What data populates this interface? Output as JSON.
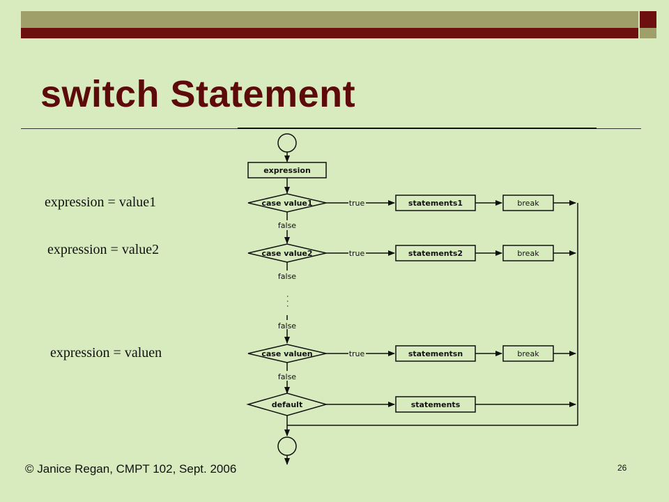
{
  "slide": {
    "title": "switch Statement",
    "footer": "© Janice Regan, CMPT 102, Sept. 2006",
    "page_number": "26",
    "colors": {
      "background": "#d8ebbe",
      "title": "#5c0a0a",
      "bar_olive": "#9f9f6a",
      "bar_maroon": "#6e0f0f"
    }
  },
  "labels": {
    "value1": "expression = value1",
    "value2": "expression = value2",
    "valuen": "expression = valuen"
  },
  "flowchart": {
    "expression": "expression",
    "case1": "case value1",
    "case2": "case value2",
    "casen": "case valuen",
    "default": "default",
    "stmt1": "statements1",
    "stmt2": "statements2",
    "stmtn": "statementsn",
    "stmt_default": "statements",
    "break": "break",
    "true": "true",
    "false": "false",
    "dots": ". . ."
  }
}
